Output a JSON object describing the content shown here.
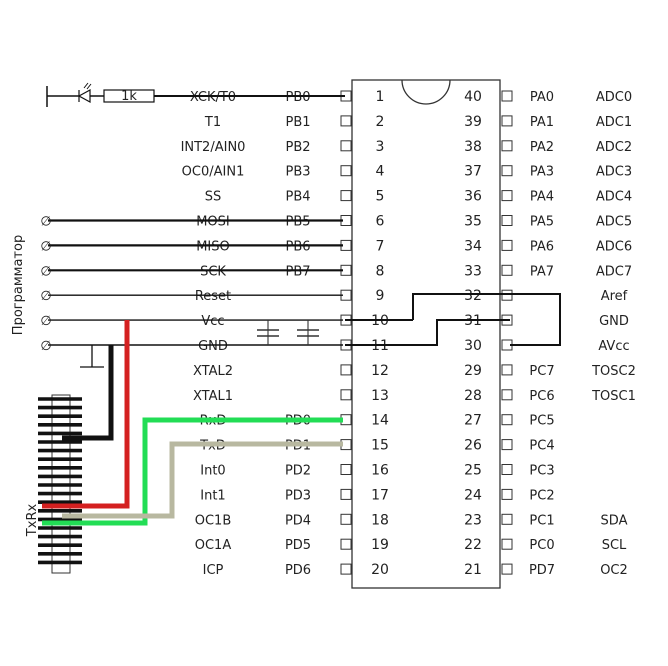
{
  "chip": {
    "left_pins": [
      {
        "num": "1",
        "port": "PB0",
        "func": "XCK/T0"
      },
      {
        "num": "2",
        "port": "PB1",
        "func": "T1"
      },
      {
        "num": "3",
        "port": "PB2",
        "func": "INT2/AIN0"
      },
      {
        "num": "4",
        "port": "PB3",
        "func": "OC0/AIN1"
      },
      {
        "num": "5",
        "port": "PB4",
        "func": "SS"
      },
      {
        "num": "6",
        "port": "PB5",
        "func": "MOSI"
      },
      {
        "num": "7",
        "port": "PB6",
        "func": "MISO"
      },
      {
        "num": "8",
        "port": "PB7",
        "func": "SCK"
      },
      {
        "num": "9",
        "port": "",
        "func": "Reset"
      },
      {
        "num": "10",
        "port": "",
        "func": "Vcc"
      },
      {
        "num": "11",
        "port": "",
        "func": "GND"
      },
      {
        "num": "12",
        "port": "",
        "func": "XTAL2"
      },
      {
        "num": "13",
        "port": "",
        "func": "XTAL1"
      },
      {
        "num": "14",
        "port": "PD0",
        "func": "RxD"
      },
      {
        "num": "15",
        "port": "PD1",
        "func": "TxD"
      },
      {
        "num": "16",
        "port": "PD2",
        "func": "Int0"
      },
      {
        "num": "17",
        "port": "PD3",
        "func": "Int1"
      },
      {
        "num": "18",
        "port": "PD4",
        "func": "OC1B"
      },
      {
        "num": "19",
        "port": "PD5",
        "func": "OC1A"
      },
      {
        "num": "20",
        "port": "PD6",
        "func": "ICP"
      }
    ],
    "right_pins": [
      {
        "num": "40",
        "port": "PA0",
        "func": "ADC0"
      },
      {
        "num": "39",
        "port": "PA1",
        "func": "ADC1"
      },
      {
        "num": "38",
        "port": "PA2",
        "func": "ADC2"
      },
      {
        "num": "37",
        "port": "PA3",
        "func": "ADC3"
      },
      {
        "num": "36",
        "port": "PA4",
        "func": "ADC4"
      },
      {
        "num": "35",
        "port": "PA5",
        "func": "ADC5"
      },
      {
        "num": "34",
        "port": "PA6",
        "func": "ADC6"
      },
      {
        "num": "33",
        "port": "PA7",
        "func": "ADC7"
      },
      {
        "num": "32",
        "port": "",
        "func": "Aref"
      },
      {
        "num": "31",
        "port": "",
        "func": "GND"
      },
      {
        "num": "30",
        "port": "",
        "func": "AVcc"
      },
      {
        "num": "29",
        "port": "PC7",
        "func": "TOSC2"
      },
      {
        "num": "28",
        "port": "PC6",
        "func": "TOSC1"
      },
      {
        "num": "27",
        "port": "PC5",
        "func": ""
      },
      {
        "num": "26",
        "port": "PC4",
        "func": ""
      },
      {
        "num": "25",
        "port": "PC3",
        "func": ""
      },
      {
        "num": "24",
        "port": "PC2",
        "func": ""
      },
      {
        "num": "23",
        "port": "PC1",
        "func": "SDA"
      },
      {
        "num": "22",
        "port": "PC0",
        "func": "SCL"
      },
      {
        "num": "21",
        "port": "PD7",
        "func": "OC2"
      }
    ]
  },
  "resistor_label": "1k",
  "programmer_label": "Программатор",
  "connector_label": "TxRx",
  "colors": {
    "wire": "#111111",
    "vcc_wire": "#d42020",
    "rx_wire": "#22dd55",
    "tx_wire": "#b8b8a0",
    "chip_outline": "#333333"
  }
}
